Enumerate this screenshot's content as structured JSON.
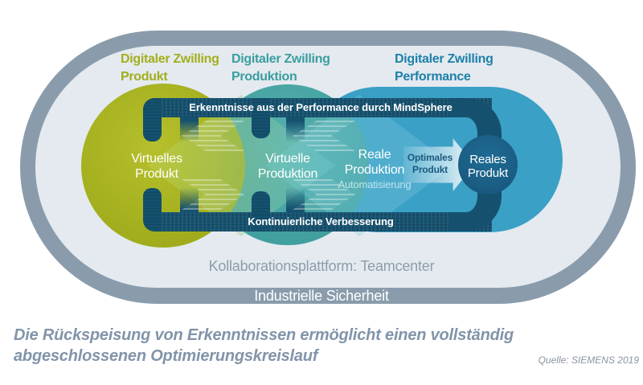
{
  "titles": {
    "produkt": {
      "line1": "Digitaler Zwilling",
      "line2": "Produkt"
    },
    "produktion": {
      "line1": "Digitaler Zwilling",
      "line2": "Produktion"
    },
    "performance": {
      "line1": "Digitaler Zwilling",
      "line2": "Performance"
    }
  },
  "loop": {
    "top_label": "Erkenntnisse aus der Performance durch MindSphere",
    "bottom_label": "Kontinuierliche Verbesserung"
  },
  "stages": {
    "virtuelles_produkt": {
      "line1": "Virtuelles",
      "line2": "Produkt"
    },
    "virtuelle_produktion": {
      "line1": "Virtuelle",
      "line2": "Produktion"
    },
    "reale_produktion": {
      "line1": "Reale",
      "line2": "Produktion",
      "sublabel": "Automatisierung"
    },
    "optimales_produkt": {
      "line1": "Optimales",
      "line2": "Produkt"
    },
    "reales_produkt": {
      "line1": "Reales",
      "line2": "Produkt"
    }
  },
  "platform_label": "Kollaborationsplattform: Teamcenter",
  "security_label": "Industrielle Sicherheit",
  "caption": {
    "line1": "Die Rückspeisung von Erkenntnissen ermöglicht einen vollständig",
    "line2": "abgeschlossenen Optimierungskreislauf"
  },
  "source_label": "Quelle: SIEMENS 2019",
  "colors": {
    "olive_circle": "#a6b120",
    "teal_circle": "#46a4a3",
    "blue_capsule": "#3aa0c6",
    "loop_dark": "#15516f",
    "reales_circle": "#1b5e85",
    "outer_ring": "#8a9cac",
    "inner_fill": "#e4eaef",
    "title_olive": "#a3ae1c",
    "title_teal": "#3a9da0",
    "title_blue": "#1d80aa",
    "caption_text": "#8194a9"
  }
}
